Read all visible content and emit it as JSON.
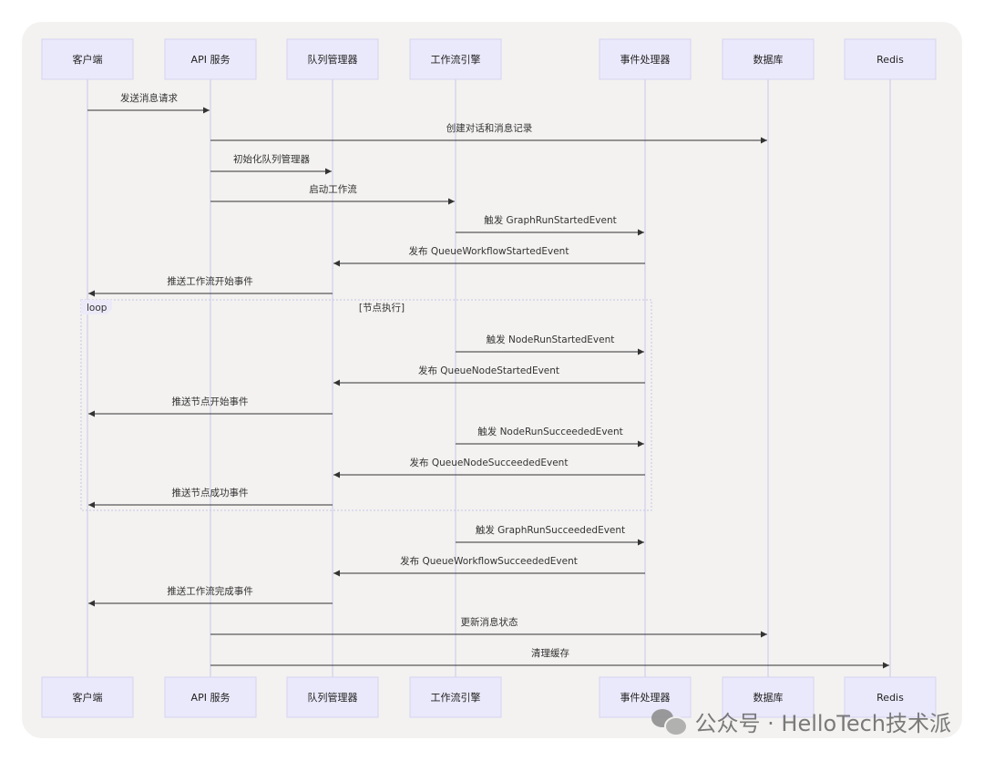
{
  "actors": [
    {
      "id": "client",
      "label": "客户端"
    },
    {
      "id": "api",
      "label": "API 服务"
    },
    {
      "id": "queue",
      "label": "队列管理器"
    },
    {
      "id": "engine",
      "label": "工作流引擎"
    },
    {
      "id": "handler",
      "label": "事件处理器"
    },
    {
      "id": "db",
      "label": "数据库"
    },
    {
      "id": "redis",
      "label": "Redis"
    }
  ],
  "messages": [
    {
      "from": "client",
      "to": "api",
      "text": "发送消息请求"
    },
    {
      "from": "api",
      "to": "db",
      "text": "创建对话和消息记录"
    },
    {
      "from": "api",
      "to": "queue",
      "text": "初始化队列管理器"
    },
    {
      "from": "api",
      "to": "engine",
      "text": "启动工作流"
    },
    {
      "from": "engine",
      "to": "handler",
      "text": "触发 GraphRunStartedEvent"
    },
    {
      "from": "handler",
      "to": "queue",
      "text": "发布 QueueWorkflowStartedEvent"
    },
    {
      "from": "queue",
      "to": "client",
      "text": "推送工作流开始事件"
    },
    {
      "from": "engine",
      "to": "handler",
      "text": "触发 NodeRunStartedEvent"
    },
    {
      "from": "handler",
      "to": "queue",
      "text": "发布 QueueNodeStartedEvent"
    },
    {
      "from": "queue",
      "to": "client",
      "text": "推送节点开始事件"
    },
    {
      "from": "engine",
      "to": "handler",
      "text": "触发 NodeRunSucceededEvent"
    },
    {
      "from": "handler",
      "to": "queue",
      "text": "发布 QueueNodeSucceededEvent"
    },
    {
      "from": "queue",
      "to": "client",
      "text": "推送节点成功事件"
    },
    {
      "from": "engine",
      "to": "handler",
      "text": "触发 GraphRunSucceededEvent"
    },
    {
      "from": "handler",
      "to": "queue",
      "text": "发布 QueueWorkflowSucceededEvent"
    },
    {
      "from": "queue",
      "to": "client",
      "text": "推送工作流完成事件"
    },
    {
      "from": "api",
      "to": "db",
      "text": "更新消息状态"
    },
    {
      "from": "api",
      "to": "redis",
      "text": "清理缓存"
    }
  ],
  "loop": {
    "label": "loop",
    "condition": "[节点执行]",
    "first_message": 7,
    "last_message": 12
  },
  "watermark": {
    "icon": "wechat-icon",
    "text": "公众号 · HelloTech技术派"
  },
  "colors": {
    "actor_fill": "#eae9fb",
    "lifeline": "#c9c5ea",
    "frame_bg": "#f3f2f0"
  }
}
